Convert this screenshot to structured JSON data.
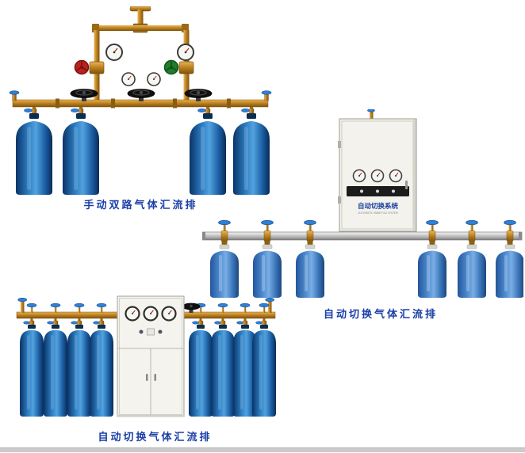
{
  "page": {
    "background": "#ffffff"
  },
  "colors": {
    "caption_text": "#1a3fa6",
    "brass_pipe": "#c1841f",
    "cylinder_blue_dark": "#2e7fc4",
    "cylinder_blue_light": "#4f8cd0",
    "cabinet_body": "#f3f2ec",
    "valve_handle_blue": "#2f7fd6",
    "regulator_wheel_red": "#b9221e",
    "regulator_wheel_green": "#1f7d2a",
    "silver_pipe": "#c2c2c2"
  },
  "figures": [
    {
      "name": "manual-dual-manifold",
      "caption": "手动双路气体汇流排"
    },
    {
      "name": "auto-switch-manifold-wall-cabinet",
      "caption": "自动切换气体汇流排",
      "cabinet_label": "自动切换系统",
      "cabinet_sublabel": "AUTOMATIC MANIFOLD SYSTEM"
    },
    {
      "name": "auto-switch-manifold-floor-cabinet",
      "caption": "自动切换气体汇流排"
    }
  ]
}
